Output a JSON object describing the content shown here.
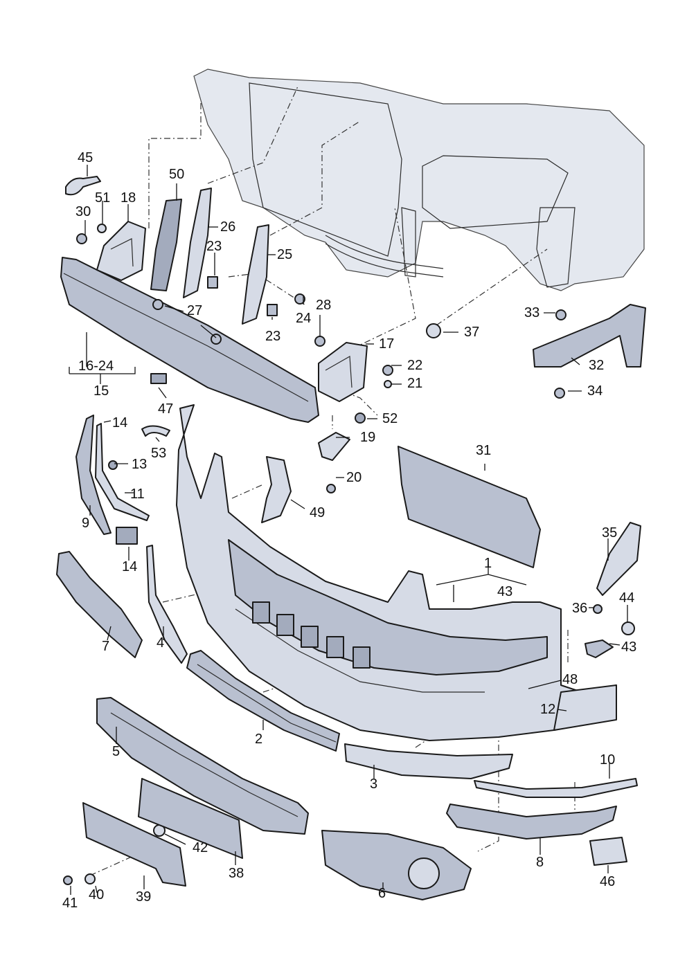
{
  "labels": [
    {
      "id": "45",
      "text": "45"
    },
    {
      "id": "50",
      "text": "50"
    },
    {
      "id": "51",
      "text": "51"
    },
    {
      "id": "18",
      "text": "18"
    },
    {
      "id": "30",
      "text": "30"
    },
    {
      "id": "26",
      "text": "26"
    },
    {
      "id": "23a",
      "text": "23"
    },
    {
      "id": "25",
      "text": "25"
    },
    {
      "id": "27",
      "text": "27"
    },
    {
      "id": "28",
      "text": "28"
    },
    {
      "id": "24",
      "text": "24"
    },
    {
      "id": "23b",
      "text": "23"
    },
    {
      "id": "17",
      "text": "17"
    },
    {
      "id": "16-24",
      "text": "16-24"
    },
    {
      "id": "15",
      "text": "15"
    },
    {
      "id": "22",
      "text": "22"
    },
    {
      "id": "21",
      "text": "21"
    },
    {
      "id": "33",
      "text": "33"
    },
    {
      "id": "37",
      "text": "37"
    },
    {
      "id": "32",
      "text": "32"
    },
    {
      "id": "34",
      "text": "34"
    },
    {
      "id": "47",
      "text": "47"
    },
    {
      "id": "52",
      "text": "52"
    },
    {
      "id": "14a",
      "text": "14"
    },
    {
      "id": "53",
      "text": "53"
    },
    {
      "id": "19",
      "text": "19"
    },
    {
      "id": "13",
      "text": "13"
    },
    {
      "id": "31",
      "text": "31"
    },
    {
      "id": "20",
      "text": "20"
    },
    {
      "id": "11",
      "text": "11"
    },
    {
      "id": "49",
      "text": "49"
    },
    {
      "id": "9",
      "text": "9"
    },
    {
      "id": "35",
      "text": "35"
    },
    {
      "id": "14b",
      "text": "14"
    },
    {
      "id": "1",
      "text": "1"
    },
    {
      "id": "43a",
      "text": "43"
    },
    {
      "id": "36",
      "text": "36"
    },
    {
      "id": "44",
      "text": "44"
    },
    {
      "id": "7",
      "text": "7"
    },
    {
      "id": "4",
      "text": "4"
    },
    {
      "id": "43b",
      "text": "43"
    },
    {
      "id": "48",
      "text": "48"
    },
    {
      "id": "2",
      "text": "2"
    },
    {
      "id": "5",
      "text": "5"
    },
    {
      "id": "10",
      "text": "10"
    },
    {
      "id": "12",
      "text": "12"
    },
    {
      "id": "3",
      "text": "3"
    },
    {
      "id": "42",
      "text": "42"
    },
    {
      "id": "38",
      "text": "38"
    },
    {
      "id": "8",
      "text": "8"
    },
    {
      "id": "46",
      "text": "46"
    },
    {
      "id": "6",
      "text": "6"
    },
    {
      "id": "41",
      "text": "41"
    },
    {
      "id": "40",
      "text": "40"
    },
    {
      "id": "39",
      "text": "39"
    }
  ],
  "colors": {
    "part_fill": "#d6dbe6",
    "part_shade": "#b9c0d0",
    "outline": "#1a1a1a",
    "background": "#ffffff"
  }
}
